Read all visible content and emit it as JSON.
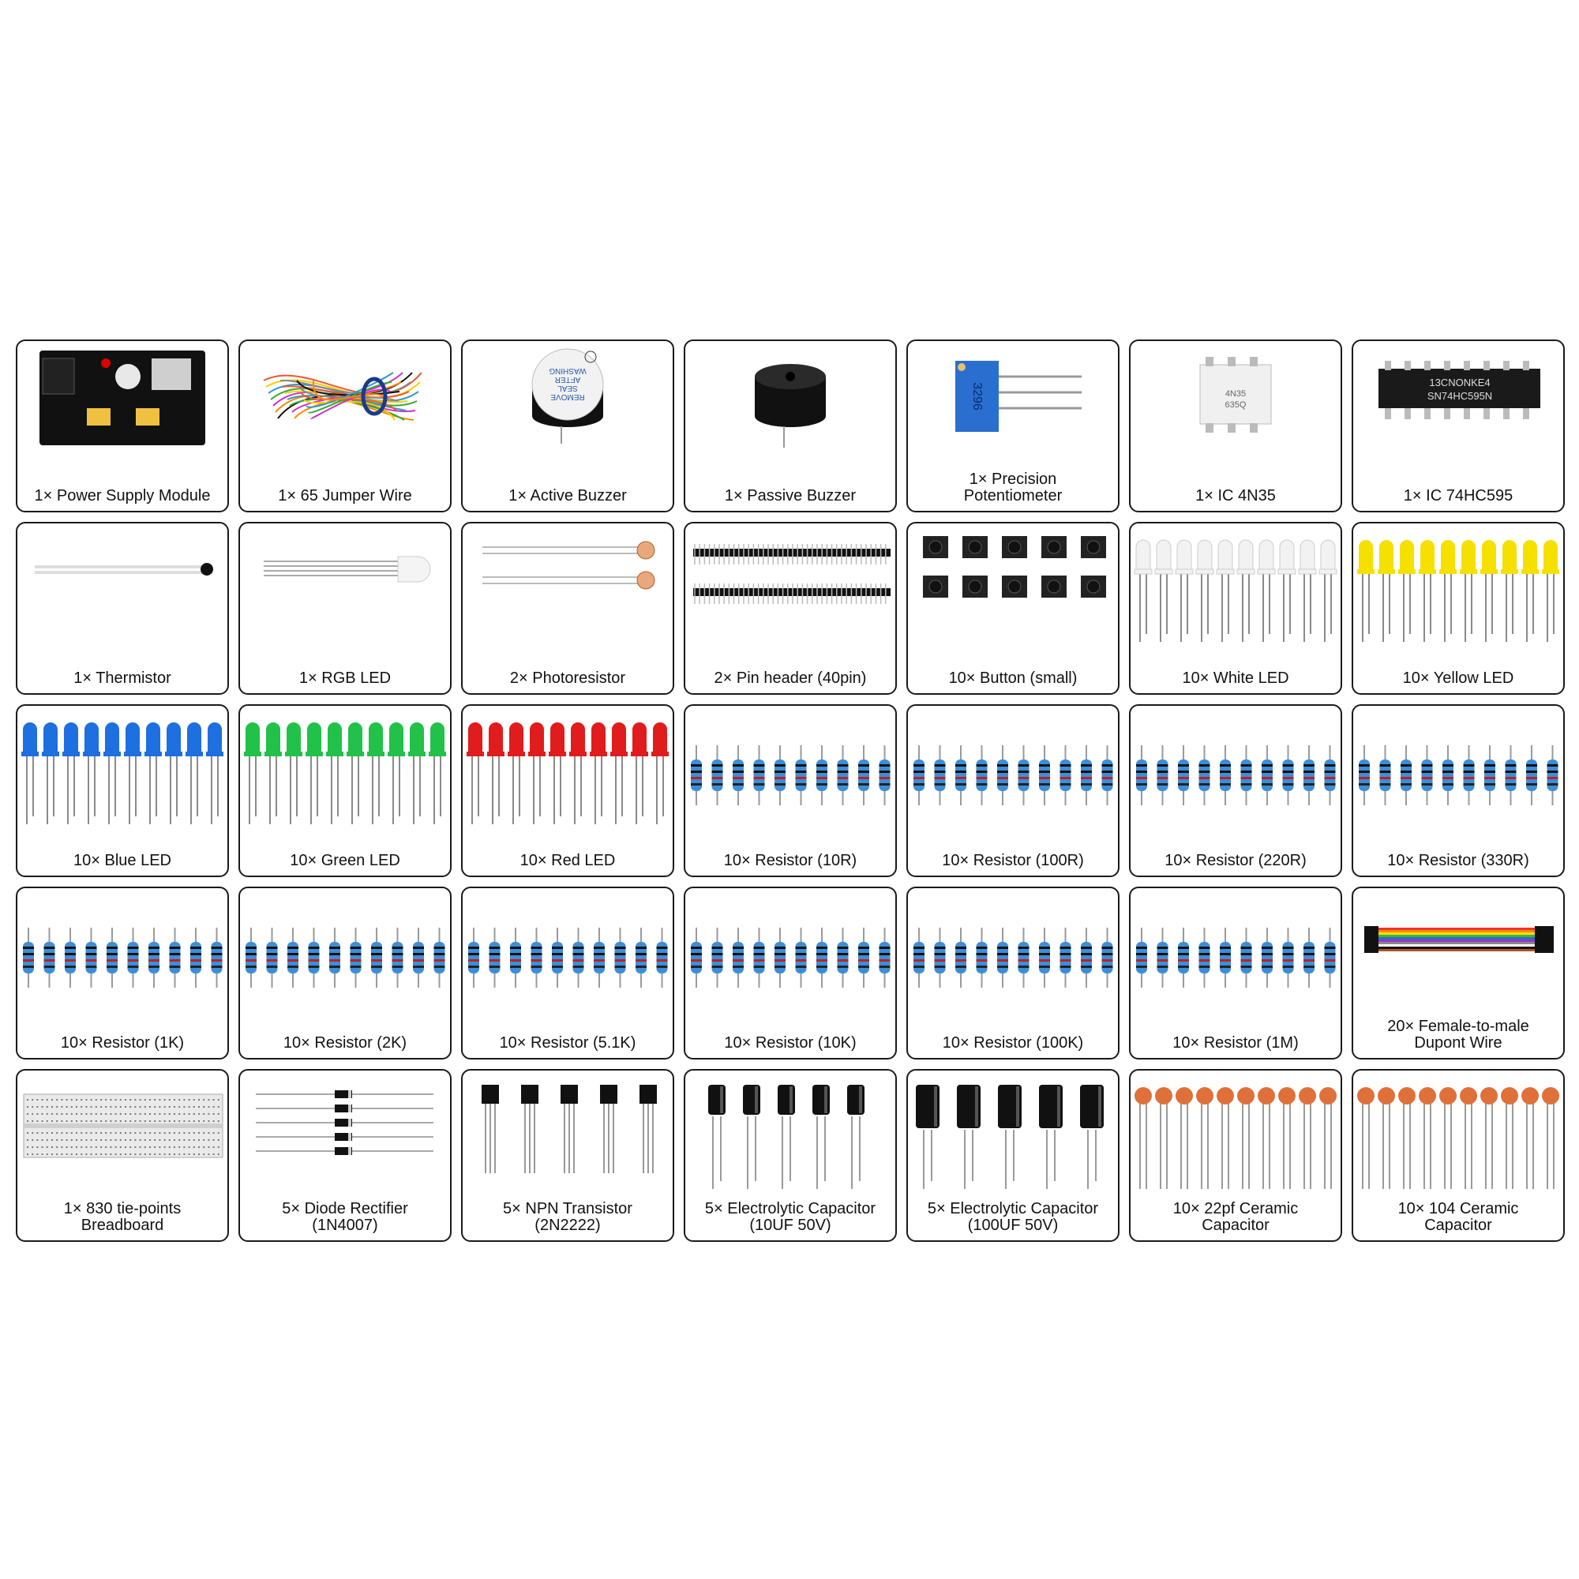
{
  "page": {
    "background": "#ffffff",
    "border_color": "#1a1a1a"
  },
  "items": [
    {
      "name": "power-supply-module",
      "label": "1× Power Supply Module",
      "icon": "power-supply-board-icon"
    },
    {
      "name": "jumper-wire",
      "label": "1× 65 Jumper Wire",
      "icon": "jumper-wire-bundle-icon"
    },
    {
      "name": "active-buzzer",
      "label": "1× Active Buzzer",
      "icon": "active-buzzer-icon",
      "print": [
        "REMOVE",
        "SEAL",
        "AFTER",
        "WASHING"
      ]
    },
    {
      "name": "passive-buzzer",
      "label": "1× Passive Buzzer",
      "icon": "passive-buzzer-icon"
    },
    {
      "name": "precision-potentiometer",
      "label": "1× Precision\nPotentiometer",
      "icon": "trimpot-icon",
      "print": "3296"
    },
    {
      "name": "ic-4n35",
      "label": "1× IC 4N35",
      "icon": "dip6-chip-icon",
      "print": [
        "4N35",
        "635Q"
      ]
    },
    {
      "name": "ic-74hc595",
      "label": "1× IC 74HC595",
      "icon": "dip16-chip-icon",
      "print": [
        "13CNONKE4",
        "SN74HC595N"
      ]
    },
    {
      "name": "thermistor",
      "label": "1× Thermistor",
      "icon": "thermistor-icon"
    },
    {
      "name": "rgb-led",
      "label": "1× RGB LED",
      "icon": "rgb-led-icon"
    },
    {
      "name": "photoresistor",
      "label": "2× Photoresistor",
      "icon": "photoresistor-icon"
    },
    {
      "name": "pin-header",
      "label": "2× Pin header (40pin)",
      "icon": "pin-header-icon"
    },
    {
      "name": "button-small",
      "label": "10× Button (small)",
      "icon": "tactile-button-icon"
    },
    {
      "name": "white-led",
      "label": "10× White LED",
      "icon": "white-led-icon",
      "color": "#f2f2f2"
    },
    {
      "name": "yellow-led",
      "label": "10× Yellow LED",
      "icon": "yellow-led-icon",
      "color": "#f5e000"
    },
    {
      "name": "blue-led",
      "label": "10× Blue LED",
      "icon": "blue-led-icon",
      "color": "#1e6fe0"
    },
    {
      "name": "green-led",
      "label": "10× Green LED",
      "icon": "green-led-icon",
      "color": "#22c14a"
    },
    {
      "name": "red-led",
      "label": "10× Red LED",
      "icon": "red-led-icon",
      "color": "#e01c1c"
    },
    {
      "name": "resistor-10r",
      "label": "10× Resistor (10R)",
      "icon": "resistor-icon"
    },
    {
      "name": "resistor-100r",
      "label": "10× Resistor (100R)",
      "icon": "resistor-icon"
    },
    {
      "name": "resistor-220r",
      "label": "10× Resistor (220R)",
      "icon": "resistor-icon"
    },
    {
      "name": "resistor-330r",
      "label": "10× Resistor (330R)",
      "icon": "resistor-icon"
    },
    {
      "name": "resistor-1k",
      "label": "10× Resistor (1K)",
      "icon": "resistor-icon"
    },
    {
      "name": "resistor-2k",
      "label": "10× Resistor (2K)",
      "icon": "resistor-icon"
    },
    {
      "name": "resistor-5-1k",
      "label": "10× Resistor (5.1K)",
      "icon": "resistor-icon"
    },
    {
      "name": "resistor-10k",
      "label": "10× Resistor (10K)",
      "icon": "resistor-icon"
    },
    {
      "name": "resistor-100k",
      "label": "10× Resistor (100K)",
      "icon": "resistor-icon"
    },
    {
      "name": "resistor-1m",
      "label": "10× Resistor (1M)",
      "icon": "resistor-icon"
    },
    {
      "name": "dupont-wire",
      "label": "20× Female-to-male\nDupont Wire",
      "icon": "ribbon-cable-icon"
    },
    {
      "name": "breadboard",
      "label": "1× 830 tie-points\nBreadboard",
      "icon": "breadboard-icon"
    },
    {
      "name": "diode-rectifier",
      "label": "5× Diode Rectifier\n(1N4007)",
      "icon": "diode-icon"
    },
    {
      "name": "npn-transistor",
      "label": "5× NPN Transistor\n(2N2222)",
      "icon": "transistor-icon"
    },
    {
      "name": "electrolytic-cap-10uf",
      "label": "5× Electrolytic Capacitor\n(10UF 50V)",
      "icon": "electrolytic-capacitor-small-icon"
    },
    {
      "name": "electrolytic-cap-100uf",
      "label": "5× Electrolytic Capacitor\n(100UF 50V)",
      "icon": "electrolytic-capacitor-large-icon"
    },
    {
      "name": "ceramic-cap-22pf",
      "label": "10× 22pf Ceramic\nCapacitor",
      "icon": "ceramic-capacitor-icon"
    },
    {
      "name": "ceramic-cap-104",
      "label": "10× 104 Ceramic\nCapacitor",
      "icon": "ceramic-capacitor-icon"
    }
  ]
}
